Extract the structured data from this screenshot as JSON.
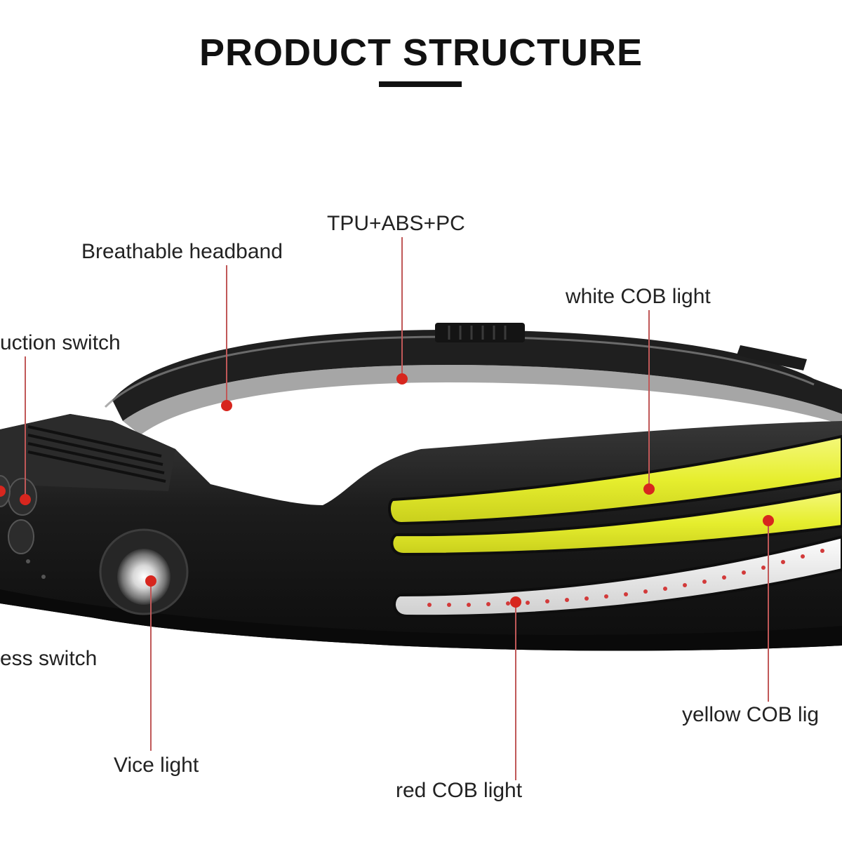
{
  "header": {
    "title": "PRODUCT STRUCTURE"
  },
  "callouts": [
    {
      "id": "material",
      "label": "TPU+ABS+PC"
    },
    {
      "id": "headband",
      "label": "Breathable headband"
    },
    {
      "id": "white-cob",
      "label": "white COB light"
    },
    {
      "id": "induction-switch",
      "label": "uction switch"
    },
    {
      "id": "press-switch",
      "label": "ess switch"
    },
    {
      "id": "yellow-cob",
      "label": "yellow COB lig"
    },
    {
      "id": "vice-light",
      "label": "Vice light"
    },
    {
      "id": "red-cob",
      "label": "red COB light"
    }
  ],
  "colors": {
    "marker": "#d7261e",
    "leader_line": "#c05858",
    "cob_yellow": "#e8ef3a",
    "cob_white": "#eeeeee",
    "housing": "#1a1a1a"
  }
}
